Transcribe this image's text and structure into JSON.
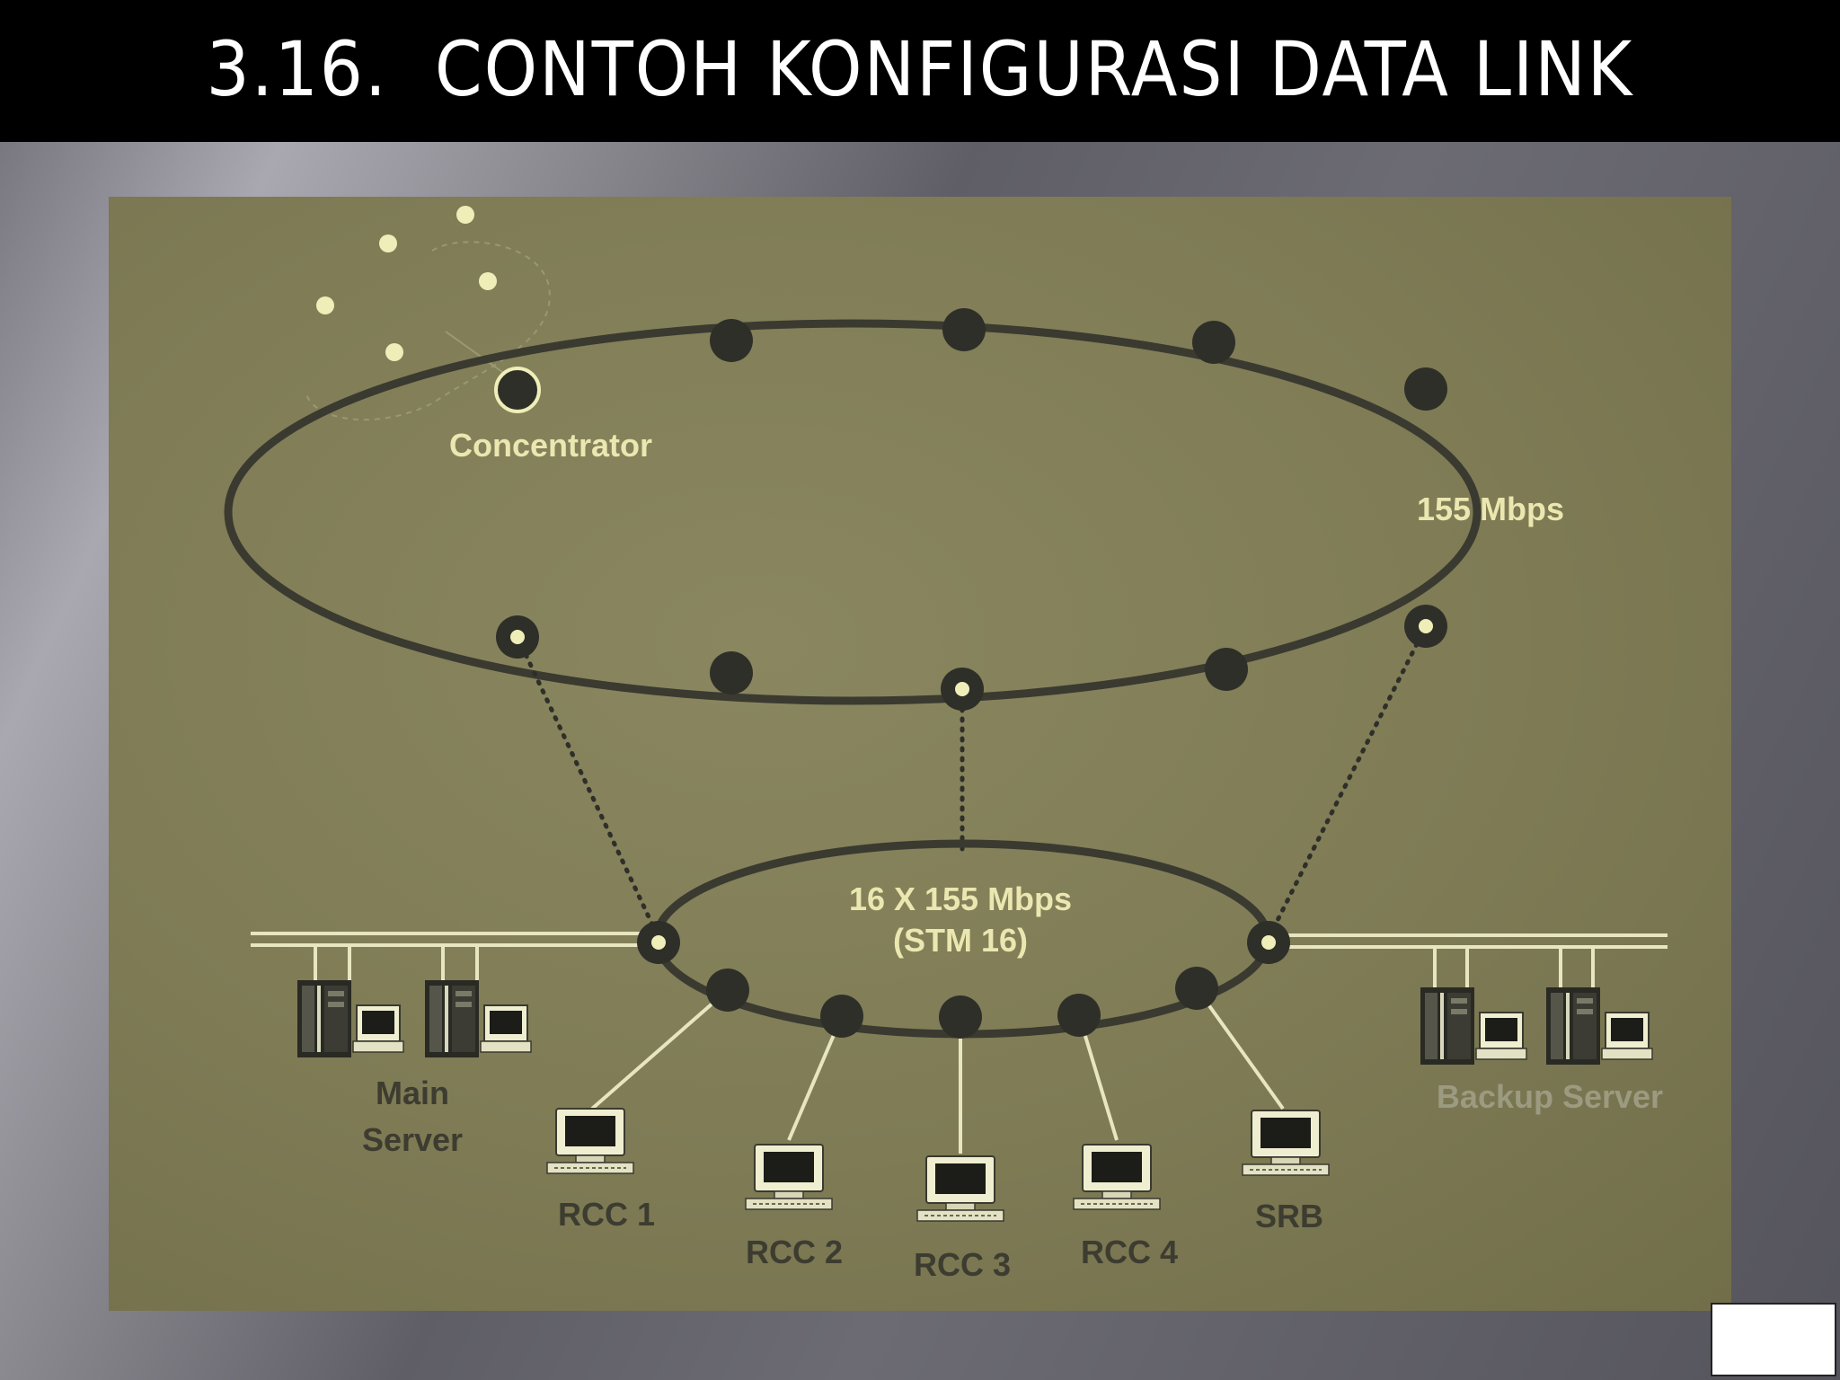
{
  "slide": {
    "title": "3.16.  CONTOH KONFIGURASI DATA LINK"
  },
  "diagram": {
    "labels": {
      "concentrator": "Concentrator",
      "outer_ring_speed": "155 Mbps",
      "inner_ring_speed_line1": "16 X 155 Mbps",
      "inner_ring_speed_line2": "(STM 16)",
      "main_server_line1": "Main",
      "main_server_line2": "Server",
      "backup_server": "Backup Server",
      "rcc1": "RCC 1",
      "rcc2": "RCC 2",
      "rcc3": "RCC 3",
      "rcc4": "RCC 4",
      "srb": "SRB"
    },
    "colors": {
      "background": "#7e7b55",
      "ring": "#3a3a30",
      "node_dark": "#2f2f29",
      "node_light": "#efeeb8",
      "label_light": "#ebe7b0",
      "label_dark": "#3d3c30",
      "backup_label": "#9c9a80"
    }
  }
}
